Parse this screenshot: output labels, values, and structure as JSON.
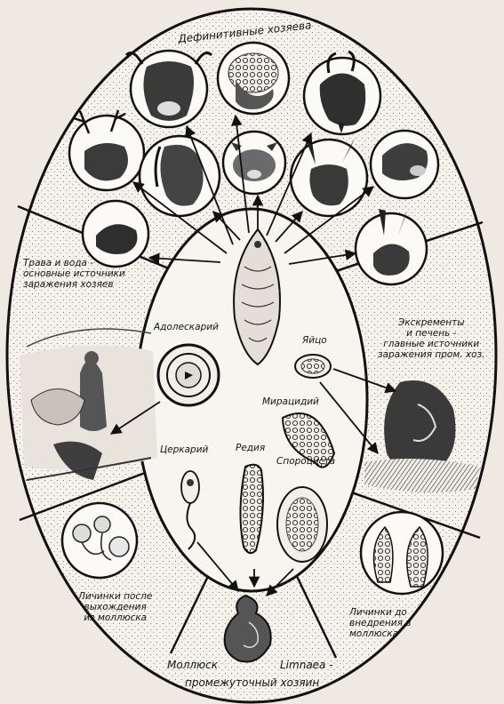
{
  "title": "Дефинитивные хозяева",
  "sectors": {
    "grass_water": [
      "Трава и вода -",
      "основные источники",
      "заражения хозяев"
    ],
    "excrement": [
      "Экскременты",
      "и печень -",
      "главные источники",
      "заражения пром. хоз."
    ],
    "larvae_after": [
      "Личинки после",
      "выхождения",
      "из моллюска"
    ],
    "larvae_before": [
      "Личинки до",
      "внедрения в",
      "моллюска"
    ],
    "mollusk_left": "Моллюск",
    "mollusk_right": "Limnaea -",
    "intermediate_host": "промежуточный хозяин"
  },
  "stages": {
    "adolescaria": "Адолескарий",
    "egg": "Яйцо",
    "miracidium": "Мирацидий",
    "cercaria": "Церкарий",
    "redia": "Редия",
    "sporocyst": "Спороциста"
  },
  "host_icons": [
    "cow-icon",
    "sheep-icon",
    "goat-icon",
    "reindeer-icon",
    "horse-icon",
    "pig-icon",
    "donkey-icon",
    "camel-icon",
    "beaver-icon",
    "rabbit-icon"
  ]
}
